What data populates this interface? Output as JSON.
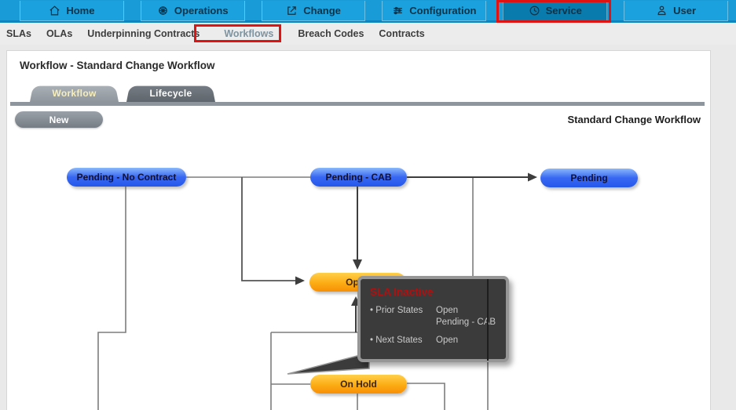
{
  "nav": {
    "items": [
      {
        "label": "Home"
      },
      {
        "label": "Operations"
      },
      {
        "label": "Change"
      },
      {
        "label": "Configuration"
      },
      {
        "label": "Service"
      },
      {
        "label": "User"
      }
    ],
    "active": "Service"
  },
  "subnav": {
    "items": [
      "SLAs",
      "OLAs",
      "Underpinning Contracts",
      "Workflows",
      "Breach Codes",
      "Contracts"
    ],
    "selected": "Workflows"
  },
  "page": {
    "title": "Workflow - Standard Change Workflow"
  },
  "tabs": [
    {
      "label": "Workflow",
      "active": true
    },
    {
      "label": "Lifecycle",
      "active": false
    }
  ],
  "toolbar": {
    "new_label": "New",
    "workflow_name": "Standard Change Workflow"
  },
  "diagram": {
    "nodes": [
      {
        "label": "Pending - No Contract",
        "type": "blue"
      },
      {
        "label": "Pending - CAB",
        "type": "blue"
      },
      {
        "label": "Pending",
        "type": "blue"
      },
      {
        "label": "Open",
        "type": "orange"
      },
      {
        "label": "On Hold",
        "type": "orange"
      }
    ],
    "tooltip": {
      "title": "SLA Inactive",
      "rows": [
        {
          "label": "Prior States",
          "values": [
            "Open",
            "Pending - CAB"
          ]
        },
        {
          "label": "Next States",
          "values": [
            "Open"
          ]
        }
      ]
    }
  },
  "colors": {
    "annotation_red": "#e01212",
    "nav_blue": "#189bd7",
    "nav_active": "#0a7bad",
    "node_blue": "#3867f2",
    "node_orange": "#fcac14",
    "tooltip_title_red": "#b01010"
  }
}
